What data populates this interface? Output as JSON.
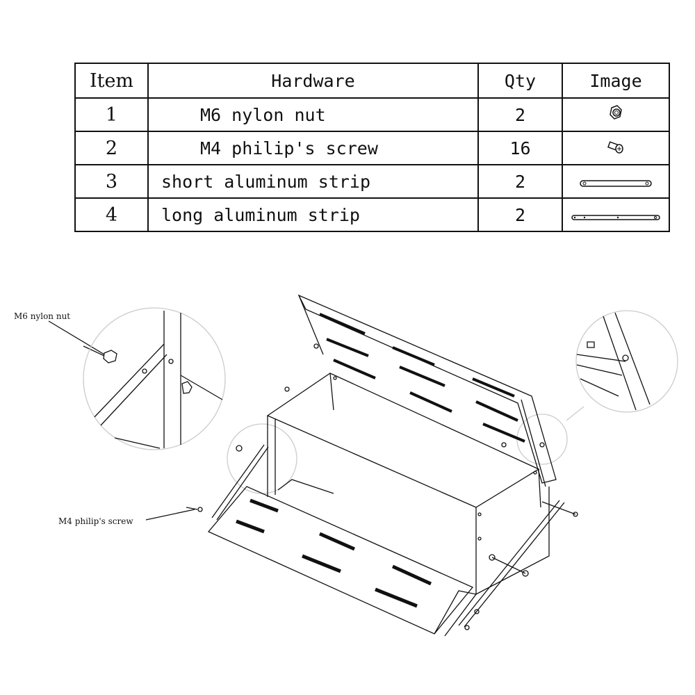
{
  "table": {
    "headers": [
      "Item",
      "Hardware",
      "Qty",
      "Image"
    ],
    "rows": [
      {
        "item": "1",
        "hardware": "M6 nylon nut",
        "qty": "2",
        "image": "nylon-nut-icon"
      },
      {
        "item": "2",
        "hardware": "M4 philip's screw",
        "qty": "16",
        "image": "screw-icon"
      },
      {
        "item": "3",
        "hardware": "short aluminum strip",
        "qty": "2",
        "image": "short-strip-icon"
      },
      {
        "item": "4",
        "hardware": "long aluminum strip",
        "qty": "2",
        "image": "long-strip-icon"
      }
    ]
  },
  "callouts": {
    "nut": "M6 nylon nut",
    "screw": "M4 philip's screw"
  }
}
